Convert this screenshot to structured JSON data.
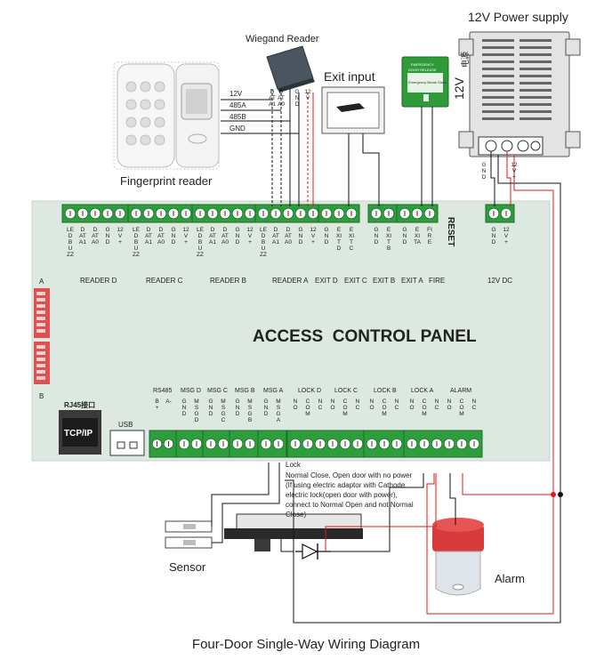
{
  "title": "Four-Door Single-Way Wiring Diagram",
  "panel": {
    "name": "ACCESS  CONTROL PANEL",
    "reset_label": "RESET",
    "top_group_labels": [
      "READER D",
      "READER C",
      "READER B",
      "READER A",
      "EXIT D",
      "EXIT C",
      "EXIT B",
      "EXIT A",
      "FIRE",
      "12V DC"
    ],
    "bottom_group_labels": [
      "RS485",
      "MSG D",
      "MSG C",
      "MSG B",
      "MSG A",
      "LOCK D",
      "LOCK C",
      "LOCK B",
      "LOCK A",
      "ALARM"
    ],
    "dip_labels": [
      "A",
      "B"
    ],
    "rj45_label": "RJ45接口",
    "tcpip_label": "TCP/IP",
    "usb_label": "USB"
  },
  "devices": {
    "fingerprint_reader": "Fingerprint reader",
    "wiegand_reader": "Wiegand Reader",
    "exit_input": "Exit input",
    "power_supply": "12V Power supply",
    "power_supply_side": "12V",
    "power_supply_brand": "电源",
    "sensor": "Sensor",
    "alarm": "Alarm",
    "exit_button_text": [
      "EMERGENCY",
      "DOOR RELEASE",
      "Emergency Break Glass"
    ]
  },
  "reader_wires": [
    "12V",
    "485A",
    "485B",
    "GND"
  ],
  "reader_pin_labels": [
    "DATA1",
    "DATA0",
    "GND",
    "12V"
  ],
  "psu_terminal_labels": [
    "GND",
    "12V+"
  ],
  "lock_note": [
    "Lock",
    "Normal Close, Open door with no power",
    "(If using electric adaptor with Cathode",
    "electric lock(open door with power),",
    "connect to Normal Open and not Normal",
    "Close)"
  ],
  "top_terminal_labels": [
    "LED BUZZ",
    "DATA1",
    "DATA0",
    "GND",
    "12V+",
    "LED BUZZ",
    "DATA1",
    "DATA0",
    "GND",
    "12V+",
    "LED BUZZ",
    "DATA1",
    "DATA0",
    "GND",
    "12V+",
    "LED BUZZ",
    "DATA1",
    "DATA0",
    "GND",
    "12V+",
    "GND",
    "EXIT D",
    "EXIT C",
    "GND",
    "EXIT B",
    "GND",
    "EXIT A",
    "FIRE",
    "GND",
    "12V+"
  ],
  "bottom_terminal_labels": [
    "B+",
    "A-",
    "GND",
    "MSG D",
    "GND",
    "MSG C",
    "GND",
    "MSG B",
    "GND",
    "MSG A",
    "NO",
    "COM",
    "NC",
    "NO",
    "COM",
    "NC",
    "NO",
    "COM",
    "NC",
    "NO",
    "COM",
    "NC",
    "NO",
    "COM",
    "NC"
  ],
  "colors": {
    "panel": "#dde8e0",
    "terminal": "#2e9e3c",
    "wire_red": "#e01818",
    "wire_black": "#111111"
  }
}
